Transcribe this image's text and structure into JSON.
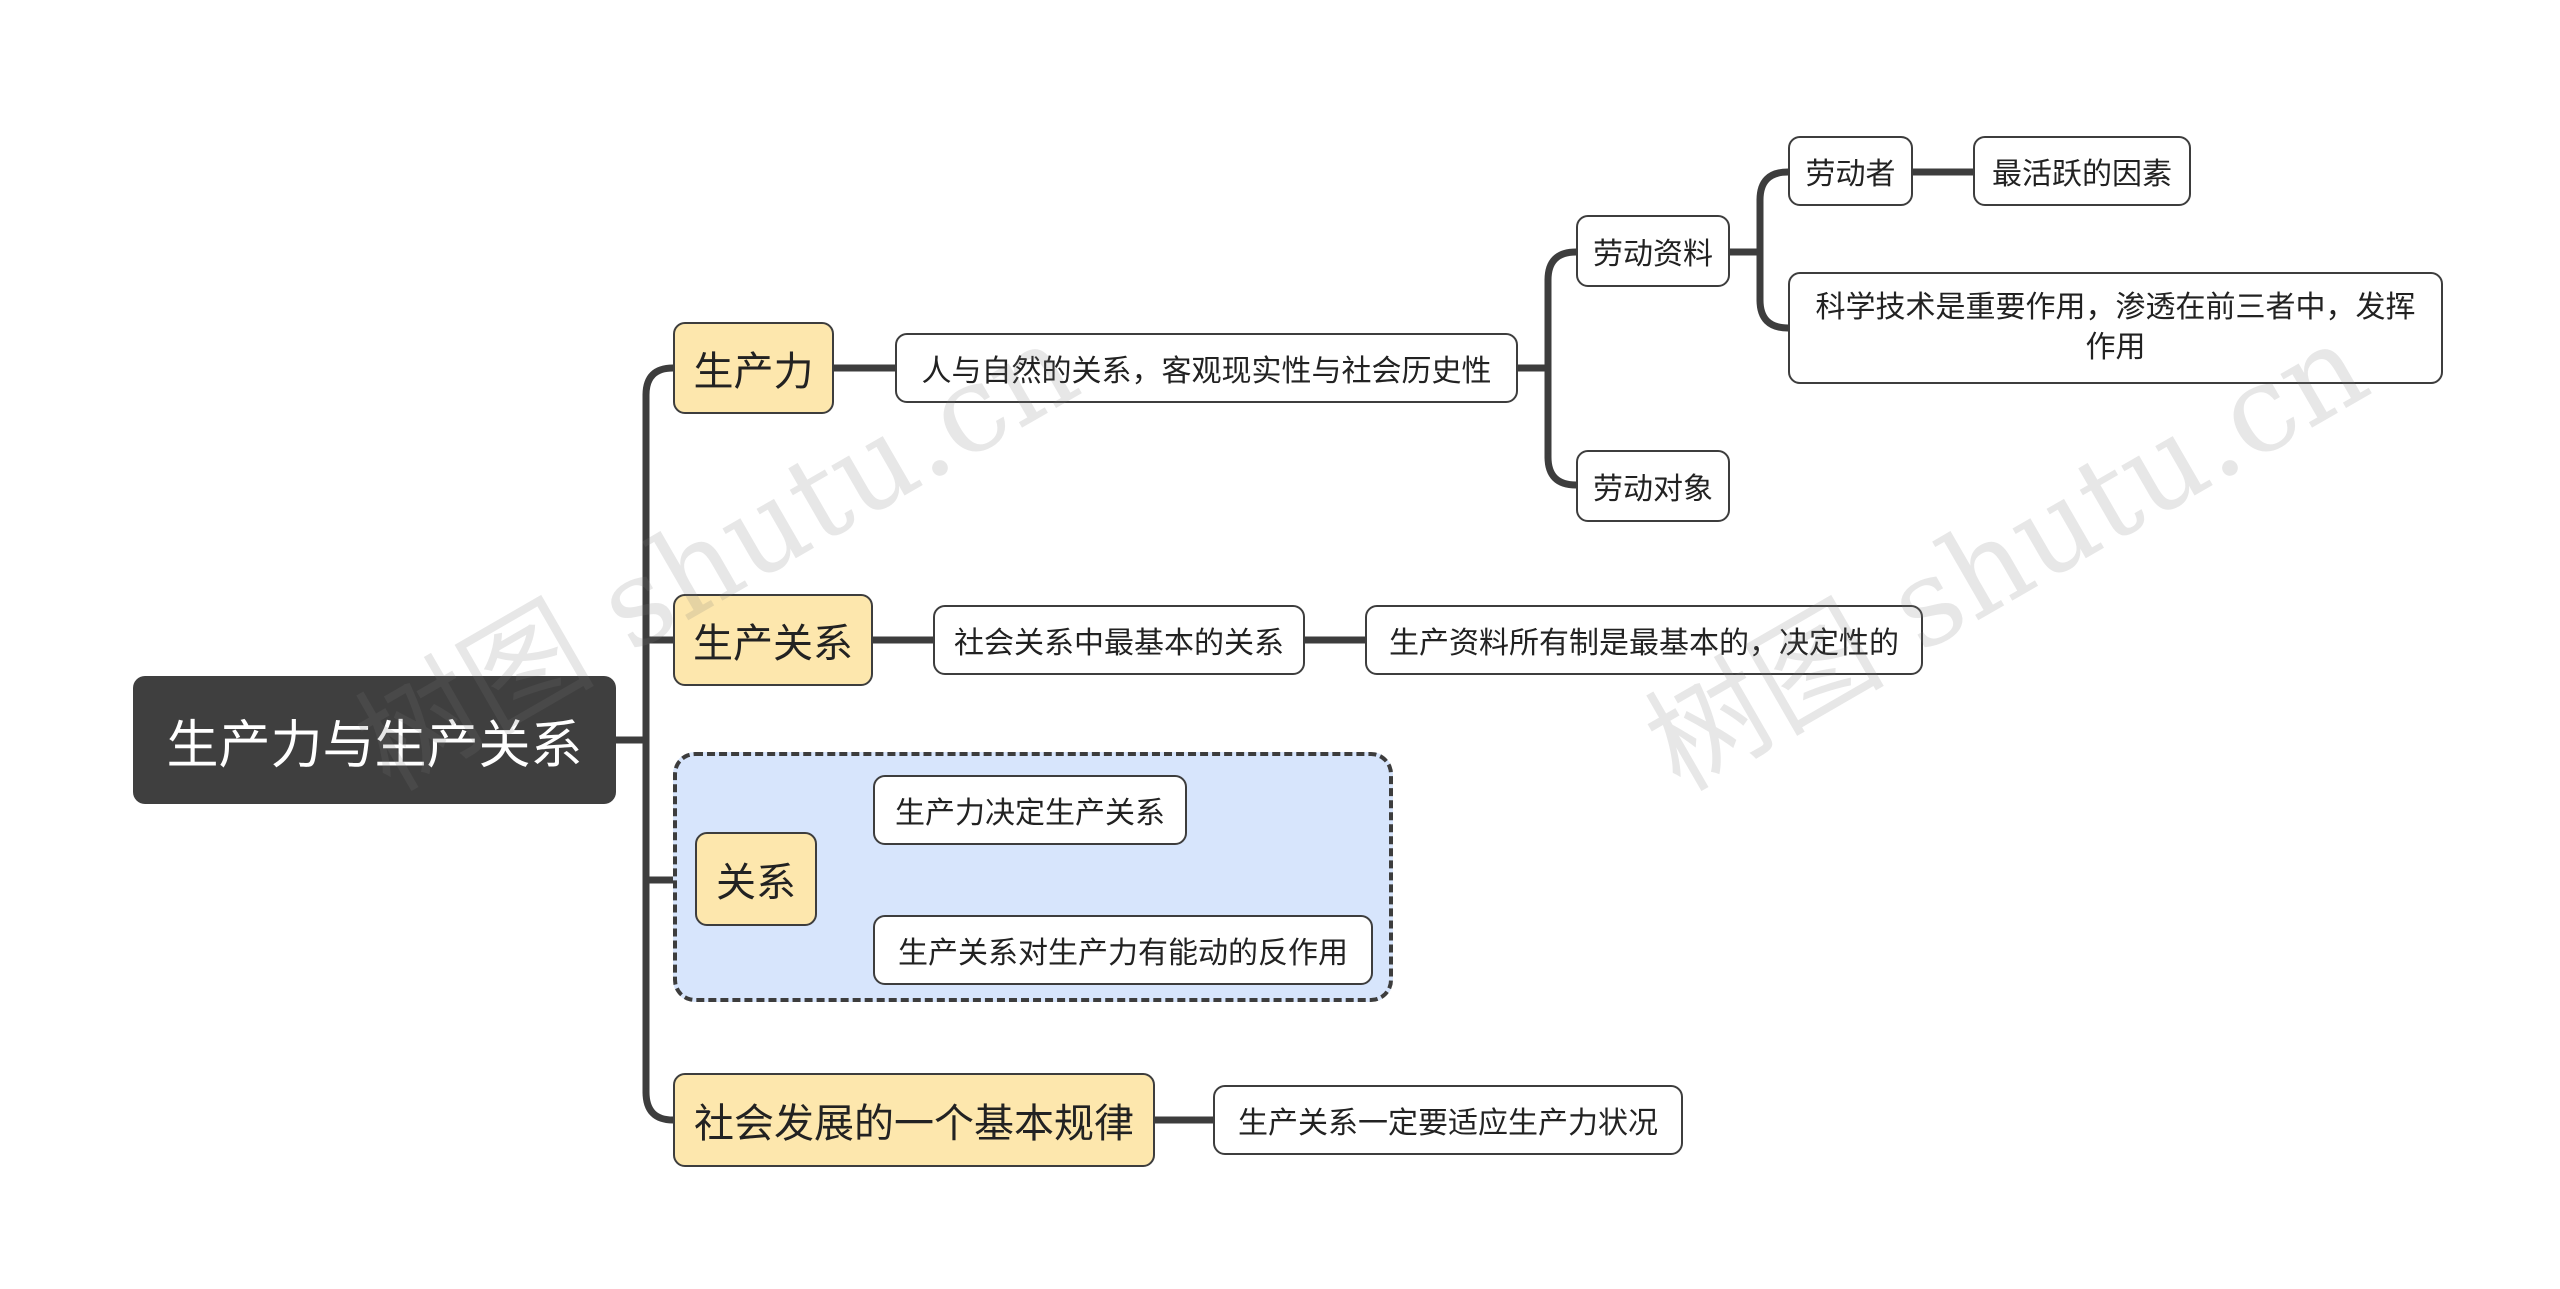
{
  "root": "生产力与生产关系",
  "branches": {
    "productivity": {
      "label": "生产力",
      "desc": "人与自然的关系，客观现实性与社会历史性",
      "means": "劳动资料",
      "laborer": "劳动者",
      "laborer_note": "最活跃的因素",
      "tech": "科学技术是重要作用，渗透在前三者中，发挥作用",
      "object": "劳动对象"
    },
    "relations": {
      "label": "生产关系",
      "desc": "社会关系中最基本的关系",
      "ownership": "生产资料所有制是最基本的，决定性的"
    },
    "link": {
      "label": "关系",
      "decide": "生产力决定生产关系",
      "react": "生产关系对生产力有能动的反作用"
    },
    "law": {
      "label": "社会发展的一个基本规律",
      "desc": "生产关系一定要适应生产力状况"
    }
  },
  "watermark": "树图 shutu.cn",
  "colors": {
    "root_fill": "#3f3f3f",
    "branch_fill": "#fde7ad",
    "group_fill": "#d7e5fc",
    "line": "#3d3d3d"
  }
}
